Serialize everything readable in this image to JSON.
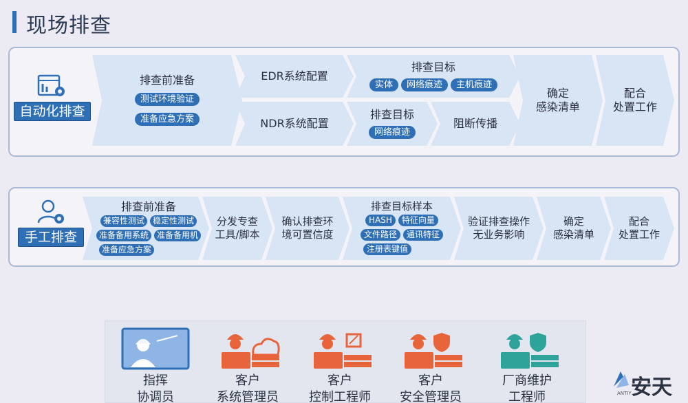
{
  "page": {
    "title": "现场排查"
  },
  "auto": {
    "tag": "自动化排查",
    "prep": {
      "title": "排查前准备",
      "items": [
        "测试环境验证",
        "准备应急方案"
      ]
    },
    "edr": "EDR系统配置",
    "ndr": "NDR系统配置",
    "target1": {
      "title": "排查目标",
      "items": [
        "实体",
        "网络痕迹",
        "主机痕迹"
      ]
    },
    "target2": {
      "title": "排查目标",
      "items": [
        "网络痕迹"
      ]
    },
    "block": "阻断传播",
    "confirm": [
      "确定",
      "感染清单"
    ],
    "cooperate": [
      "配合",
      "处置工作"
    ]
  },
  "manual": {
    "tag": "手工排查",
    "prep": {
      "title": "排查前准备",
      "items": [
        "兼容性测试",
        "稳定性测试",
        "准备备用系统",
        "准备备用机",
        "准备应急方案"
      ]
    },
    "tools": [
      "分发专查",
      "工具/脚本"
    ],
    "env": [
      "确认排查环",
      "境可置信度"
    ],
    "samples": {
      "title": "排查目标样本",
      "items": [
        "HASH",
        "特征向量",
        "文件路径",
        "通讯特征",
        "注册表键值"
      ]
    },
    "verify": [
      "验证排查操作",
      "无业务影响"
    ],
    "confirm": [
      "确定",
      "感染清单"
    ],
    "cooperate": [
      "配合",
      "处置工作"
    ]
  },
  "roles": [
    {
      "line1": "指挥",
      "line2": "协调员",
      "icon": "commander-icon"
    },
    {
      "line1": "客户",
      "line2": "系统管理员",
      "icon": "sysadmin-icon"
    },
    {
      "line1": "客户",
      "line2": "控制工程师",
      "icon": "control-engineer-icon"
    },
    {
      "line1": "客户",
      "line2": "安全管理员",
      "icon": "security-admin-icon"
    },
    {
      "line1": "厂商维护",
      "line2": "工程师",
      "icon": "vendor-engineer-icon"
    }
  ],
  "logo": {
    "text": "安天",
    "sub": "ANTIY"
  },
  "colors": {
    "accent": "#2f6fb6",
    "step": "#d8e5f5",
    "worker": "#e8643a",
    "vendor": "#2ea39a"
  }
}
